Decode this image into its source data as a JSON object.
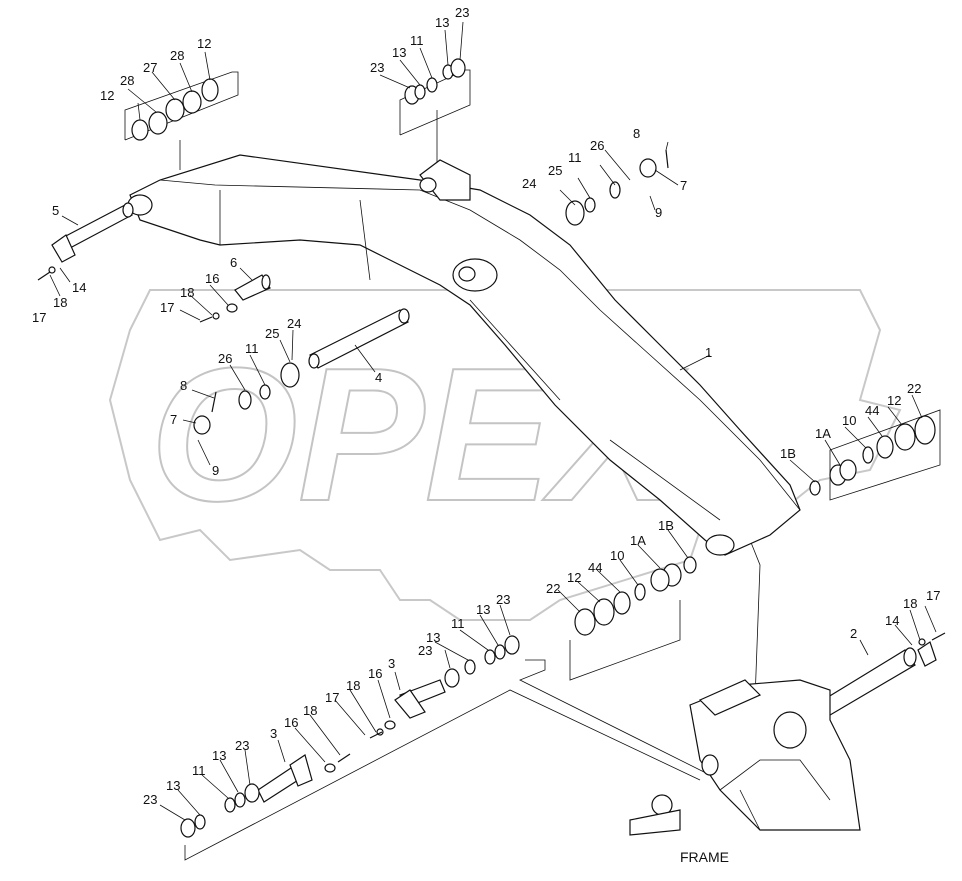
{
  "diagram": {
    "watermark": "OPEX",
    "frame_label": "FRAME",
    "labels": [
      {
        "id": "l12a",
        "text": "12"
      },
      {
        "id": "l28a",
        "text": "28"
      },
      {
        "id": "l27",
        "text": "27"
      },
      {
        "id": "l28b",
        "text": "28"
      },
      {
        "id": "l12b",
        "text": "12"
      },
      {
        "id": "l23a",
        "text": "23"
      },
      {
        "id": "l13a",
        "text": "13"
      },
      {
        "id": "l11a",
        "text": "11"
      },
      {
        "id": "l13b",
        "text": "13"
      },
      {
        "id": "l23b",
        "text": "23"
      },
      {
        "id": "l8a",
        "text": "8"
      },
      {
        "id": "l26a",
        "text": "26"
      },
      {
        "id": "l11b",
        "text": "11"
      },
      {
        "id": "l25a",
        "text": "25"
      },
      {
        "id": "l24a",
        "text": "24"
      },
      {
        "id": "l7a",
        "text": "7"
      },
      {
        "id": "l9a",
        "text": "9"
      },
      {
        "id": "l5",
        "text": "5"
      },
      {
        "id": "l14a",
        "text": "14"
      },
      {
        "id": "l18a",
        "text": "18"
      },
      {
        "id": "l17a",
        "text": "17"
      },
      {
        "id": "l6",
        "text": "6"
      },
      {
        "id": "l16a",
        "text": "16"
      },
      {
        "id": "l18b",
        "text": "18"
      },
      {
        "id": "l17b",
        "text": "17"
      },
      {
        "id": "l25b",
        "text": "25"
      },
      {
        "id": "l24b",
        "text": "24"
      },
      {
        "id": "l26b",
        "text": "26"
      },
      {
        "id": "l11c",
        "text": "11"
      },
      {
        "id": "l8b",
        "text": "8"
      },
      {
        "id": "l7b",
        "text": "7"
      },
      {
        "id": "l9b",
        "text": "9"
      },
      {
        "id": "l4",
        "text": "4"
      },
      {
        "id": "l1",
        "text": "1"
      },
      {
        "id": "l1Ba",
        "text": "1B"
      },
      {
        "id": "l1Aa",
        "text": "1A"
      },
      {
        "id": "l10a",
        "text": "10"
      },
      {
        "id": "l44a",
        "text": "44"
      },
      {
        "id": "l12c",
        "text": "12"
      },
      {
        "id": "l22a",
        "text": "22"
      },
      {
        "id": "l1Bb",
        "text": "1B"
      },
      {
        "id": "l1Ab",
        "text": "1A"
      },
      {
        "id": "l10b",
        "text": "10"
      },
      {
        "id": "l44b",
        "text": "44"
      },
      {
        "id": "l12d",
        "text": "12"
      },
      {
        "id": "l22b",
        "text": "22"
      },
      {
        "id": "l23c",
        "text": "23"
      },
      {
        "id": "l13c",
        "text": "13"
      },
      {
        "id": "l11d",
        "text": "11"
      },
      {
        "id": "l13d",
        "text": "13"
      },
      {
        "id": "l23d",
        "text": "23"
      },
      {
        "id": "l16b",
        "text": "16"
      },
      {
        "id": "l3a",
        "text": "3"
      },
      {
        "id": "l18c",
        "text": "18"
      },
      {
        "id": "l17c",
        "text": "17"
      },
      {
        "id": "l3b",
        "text": "3"
      },
      {
        "id": "l16c",
        "text": "16"
      },
      {
        "id": "l18d",
        "text": "18"
      },
      {
        "id": "l23e",
        "text": "23"
      },
      {
        "id": "l13e",
        "text": "13"
      },
      {
        "id": "l11e",
        "text": "11"
      },
      {
        "id": "l13f",
        "text": "13"
      },
      {
        "id": "l23f",
        "text": "23"
      },
      {
        "id": "l2",
        "text": "2"
      },
      {
        "id": "l18e",
        "text": "18"
      },
      {
        "id": "l17d",
        "text": "17"
      },
      {
        "id": "l14b",
        "text": "14"
      }
    ]
  }
}
